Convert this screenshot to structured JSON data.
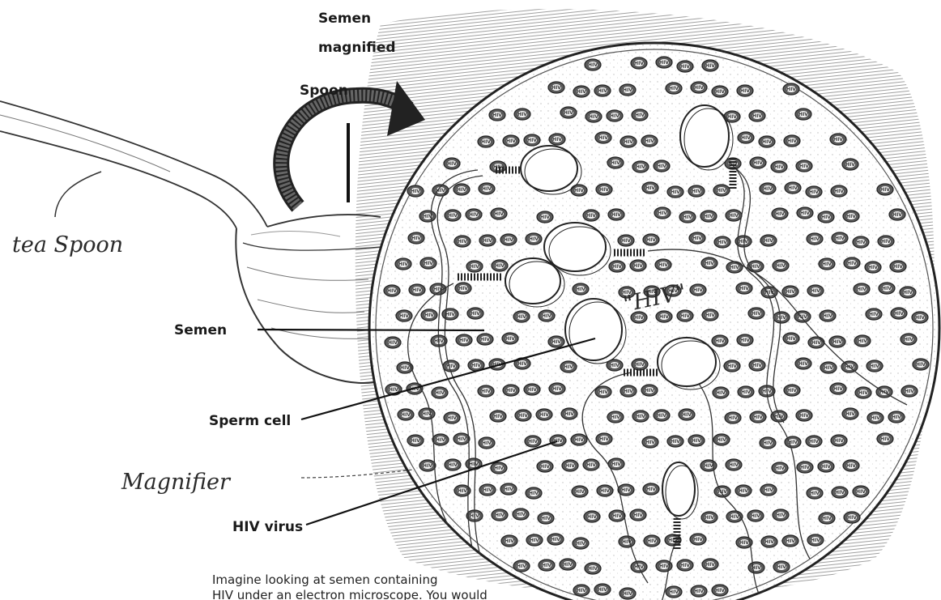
{
  "labels": {
    "magnified": [
      "Semen",
      "magnified"
    ],
    "spoon": "Spoon",
    "semen": "Semen",
    "sperm_cell": "Sperm cell",
    "hiv_virus": "HIV virus"
  },
  "handwritten": {
    "tea_spoon": "tea Spoon",
    "magnifier": "Magnifier",
    "hiv_note": "\"HIV\""
  },
  "hiv_particle_label": "HIV",
  "caption": [
    "Imagine looking at semen containing",
    "HIV under an electron microscope. You would"
  ]
}
